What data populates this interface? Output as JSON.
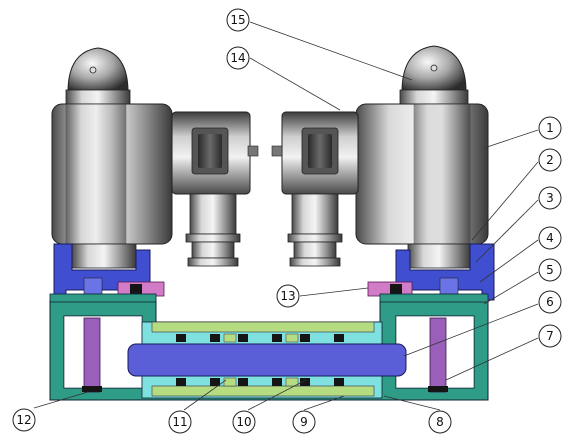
{
  "callouts": [
    {
      "id": "1",
      "label": "1"
    },
    {
      "id": "2",
      "label": "2"
    },
    {
      "id": "3",
      "label": "3"
    },
    {
      "id": "4",
      "label": "4"
    },
    {
      "id": "5",
      "label": "5"
    },
    {
      "id": "6",
      "label": "6"
    },
    {
      "id": "7",
      "label": "7"
    },
    {
      "id": "8",
      "label": "8"
    },
    {
      "id": "9",
      "label": "9"
    },
    {
      "id": "10",
      "label": "10"
    },
    {
      "id": "11",
      "label": "11"
    },
    {
      "id": "12",
      "label": "12"
    },
    {
      "id": "13",
      "label": "13"
    },
    {
      "id": "14",
      "label": "14"
    },
    {
      "id": "15",
      "label": "15"
    }
  ],
  "colors": {
    "housing_green": "#2e9c86",
    "bore_cyan": "#7fe0e0",
    "rod_blue": "#5a5fd8",
    "seal_black": "#151515",
    "sleeve_lime": "#b6dc82",
    "pink_part": "#d27cc8",
    "purple_pin": "#9a5fb8",
    "mount_blue": "#3f4fd0",
    "metal_grey": "#8a8a8a"
  }
}
